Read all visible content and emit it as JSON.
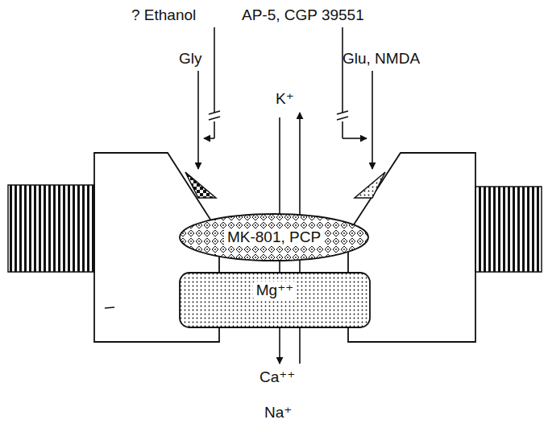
{
  "diagram": {
    "nodes": [
      {
        "text": [
          "MK-801, PCP"
        ]
      },
      {
        "text": [
          "Mg⁺⁺"
        ]
      }
    ],
    "labels": [
      "? Ethanol",
      "AP-5, CGP 39551",
      "Gly",
      "Glu, NMDA",
      "K⁺",
      "Ca⁺⁺",
      "Na⁺"
    ]
  }
}
